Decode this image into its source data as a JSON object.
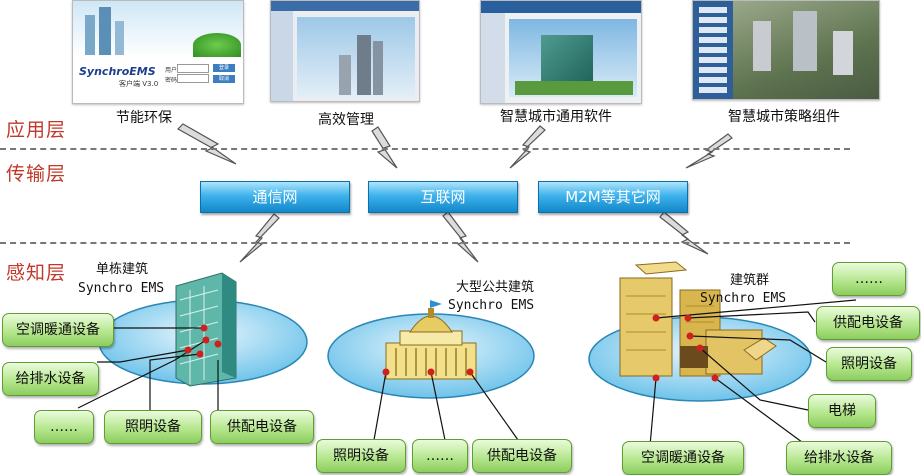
{
  "layers": {
    "application": "应用层",
    "transmission": "传输层",
    "perception": "感知层"
  },
  "apps": [
    {
      "label": "节能环保",
      "screen": {
        "brand": "SynchroEMS",
        "client": "客户端 V3.0",
        "login_fields": [
          "用户名",
          "密码"
        ],
        "buttons": [
          "登录",
          "取消"
        ]
      }
    },
    {
      "label": "高效管理"
    },
    {
      "label": "智慧城市通用软件"
    },
    {
      "label": "智慧城市策略组件"
    }
  ],
  "networks": [
    "通信网",
    "互联网",
    "M2M等其它网"
  ],
  "buildings": {
    "single": {
      "title": "单栋建筑",
      "system": "Synchro EMS",
      "devices": [
        "空调暖通设备",
        "给排水设备",
        "……",
        "照明设备",
        "供配电设备"
      ]
    },
    "public": {
      "title": "大型公共建筑",
      "system": "Synchro EMS",
      "devices": [
        "照明设备",
        "……",
        "供配电设备"
      ]
    },
    "group": {
      "title": "建筑群",
      "system": "Synchro EMS",
      "devices": [
        "……",
        "供配电设备",
        "照明设备",
        "电梯",
        "空调暖通设备",
        "给排水设备"
      ]
    }
  },
  "colors": {
    "layer_label": "#c0392b",
    "network_bar": "#1e9ad9",
    "device_box": "#a8df7e",
    "ellipse": "#8fd0ef"
  }
}
